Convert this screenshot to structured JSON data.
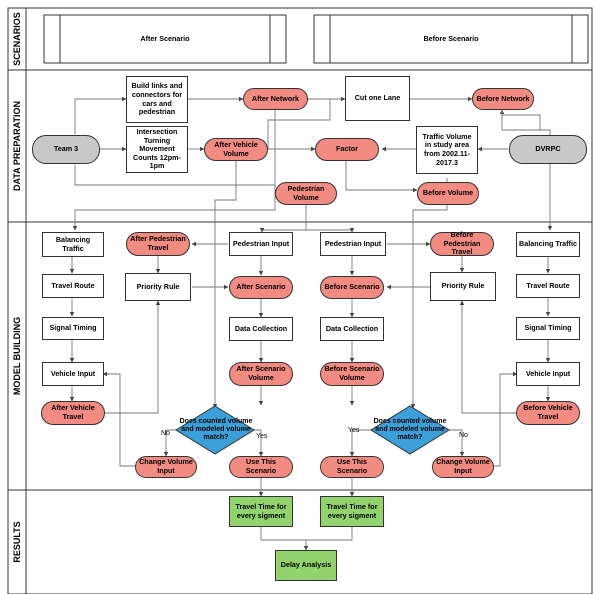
{
  "lanes": {
    "scenarios": "SCENARIOS",
    "data_preparation": "DATA PREPARATION",
    "model_building": "MODEL BUILDING",
    "results": "RESULTS"
  },
  "scenarios": {
    "after": "After Scenario",
    "before": "Before Scenario"
  },
  "data_prep": {
    "team3": "Team 3",
    "dvrpc": "DVRPC",
    "build_links": "Build links and connectors for cars and pedestrian",
    "intersection_counts": "Intersection Turning Movement Counts 12pm-1pm",
    "after_network": "After Network",
    "after_vehicle_volume": "After Vehicle Volume",
    "cut_one_lane": "Cut one Lane",
    "before_network": "Before Network",
    "factor": "Factor",
    "traffic_volume": "Traffic Volume in study area from 2002.11-2017.3",
    "pedestrian_volume": "Pedestrian Volume",
    "before_volume": "Before Volume"
  },
  "model_after": {
    "balancing_traffic": "Balancing Traffic",
    "travel_route": "Travel Route",
    "signal_timing": "Signal Timing",
    "vehicle_input": "Vehicle Input",
    "after_vehicle_travel": "After Vehicle Travel",
    "after_ped_travel": "After Pedestrian Travel",
    "priority_rule": "Priority Rule",
    "change_volume_input": "Change Volume Input",
    "pedestrian_input": "Pedestrian Input",
    "after_scenario": "After Scenario",
    "data_collection": "Data Collection",
    "after_scenario_volume": "After Scenario Volume",
    "decision": "Does counted volume and modeled volume match?",
    "use_this_scenario": "Use This Scenario",
    "no": "No",
    "yes": "Yes"
  },
  "model_before": {
    "pedestrian_input": "Pedestrian Input",
    "before_ped_travel": "Before Pedestrian Travel",
    "balancing_traffic": "Balancing Traffic",
    "before_scenario": "Before Scenario",
    "priority_rule": "Priority Rule",
    "travel_route": "Travel Route",
    "data_collection": "Data Collection",
    "signal_timing": "Signal Timing",
    "before_scenario_volume": "Before Scenario Volume",
    "vehicle_input": "Vehicle Input",
    "before_vehicle_travel": "Before Vehicle Travel",
    "decision": "Does counted volume and modeled volume match?",
    "use_this_scenario": "Use This Scenario",
    "change_volume_input": "Change Volume Input",
    "yes": "Yes",
    "no": "No"
  },
  "results": {
    "travel_time_after": "Travel Time for every sigment",
    "travel_time_before": "Travel Time for every sigment",
    "delay_analysis": "Delay Analysis"
  },
  "colors": {
    "pill": "#f28b82",
    "grey": "#c8c8c8",
    "green": "#92d36e",
    "diamond": "#3c9fd8"
  }
}
